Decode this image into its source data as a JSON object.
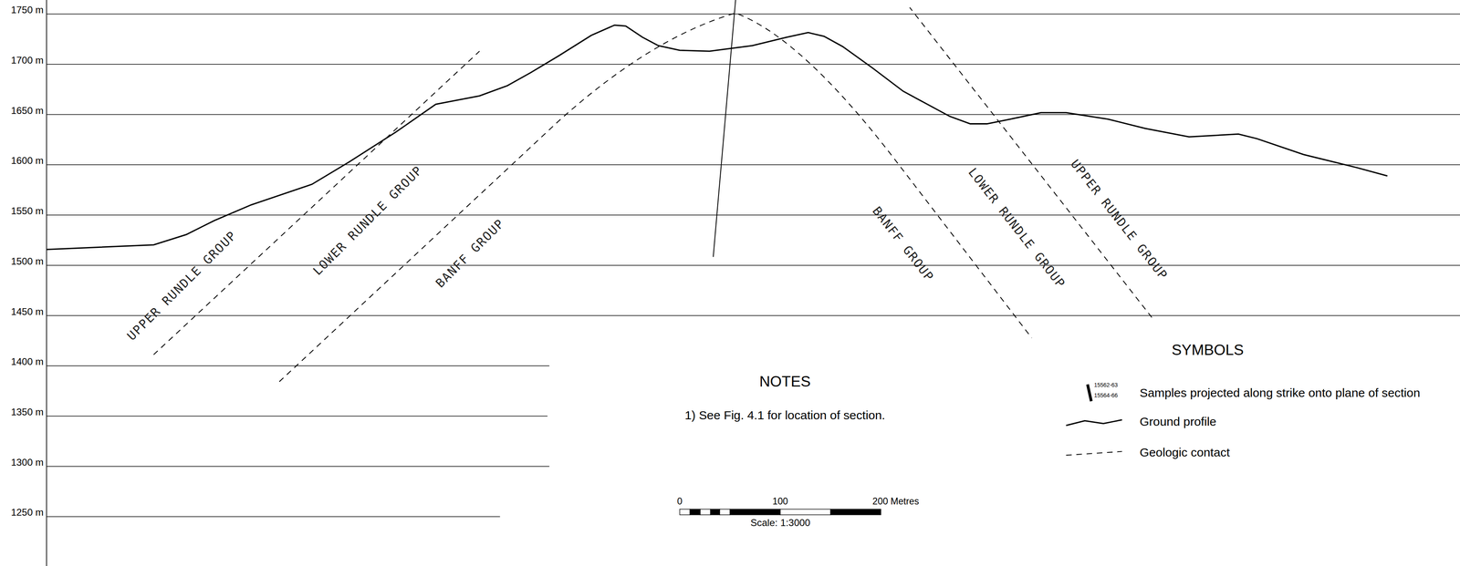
{
  "diagram": {
    "labels": [
      "1750 m",
      "1700 m",
      "1650 m",
      "1600 m",
      "1550 m",
      "1500 m",
      "1450 m",
      "1400 m",
      "1350 m",
      "1300 m",
      "1250 m",
      "UPPER RUNDLE GROUP",
      "LOWER RUNDLE GROUP",
      "BANFF GROUP",
      "BANFF GROUP",
      "LOWER RUNDLE GROUP",
      "UPPER RUNDLE GROUP",
      "NOTES",
      "1) See Fig. 4.1 for location of section.",
      "0",
      "100",
      "200 Metres",
      "Scale: 1:3000",
      "SYMBOLS",
      "15562-63",
      "15564-66"
    ],
    "legend": [
      {
        "text": "Samples projected along strike onto plane of section"
      },
      {
        "text": "Ground profile"
      },
      {
        "text": "Geologic contact"
      }
    ]
  }
}
